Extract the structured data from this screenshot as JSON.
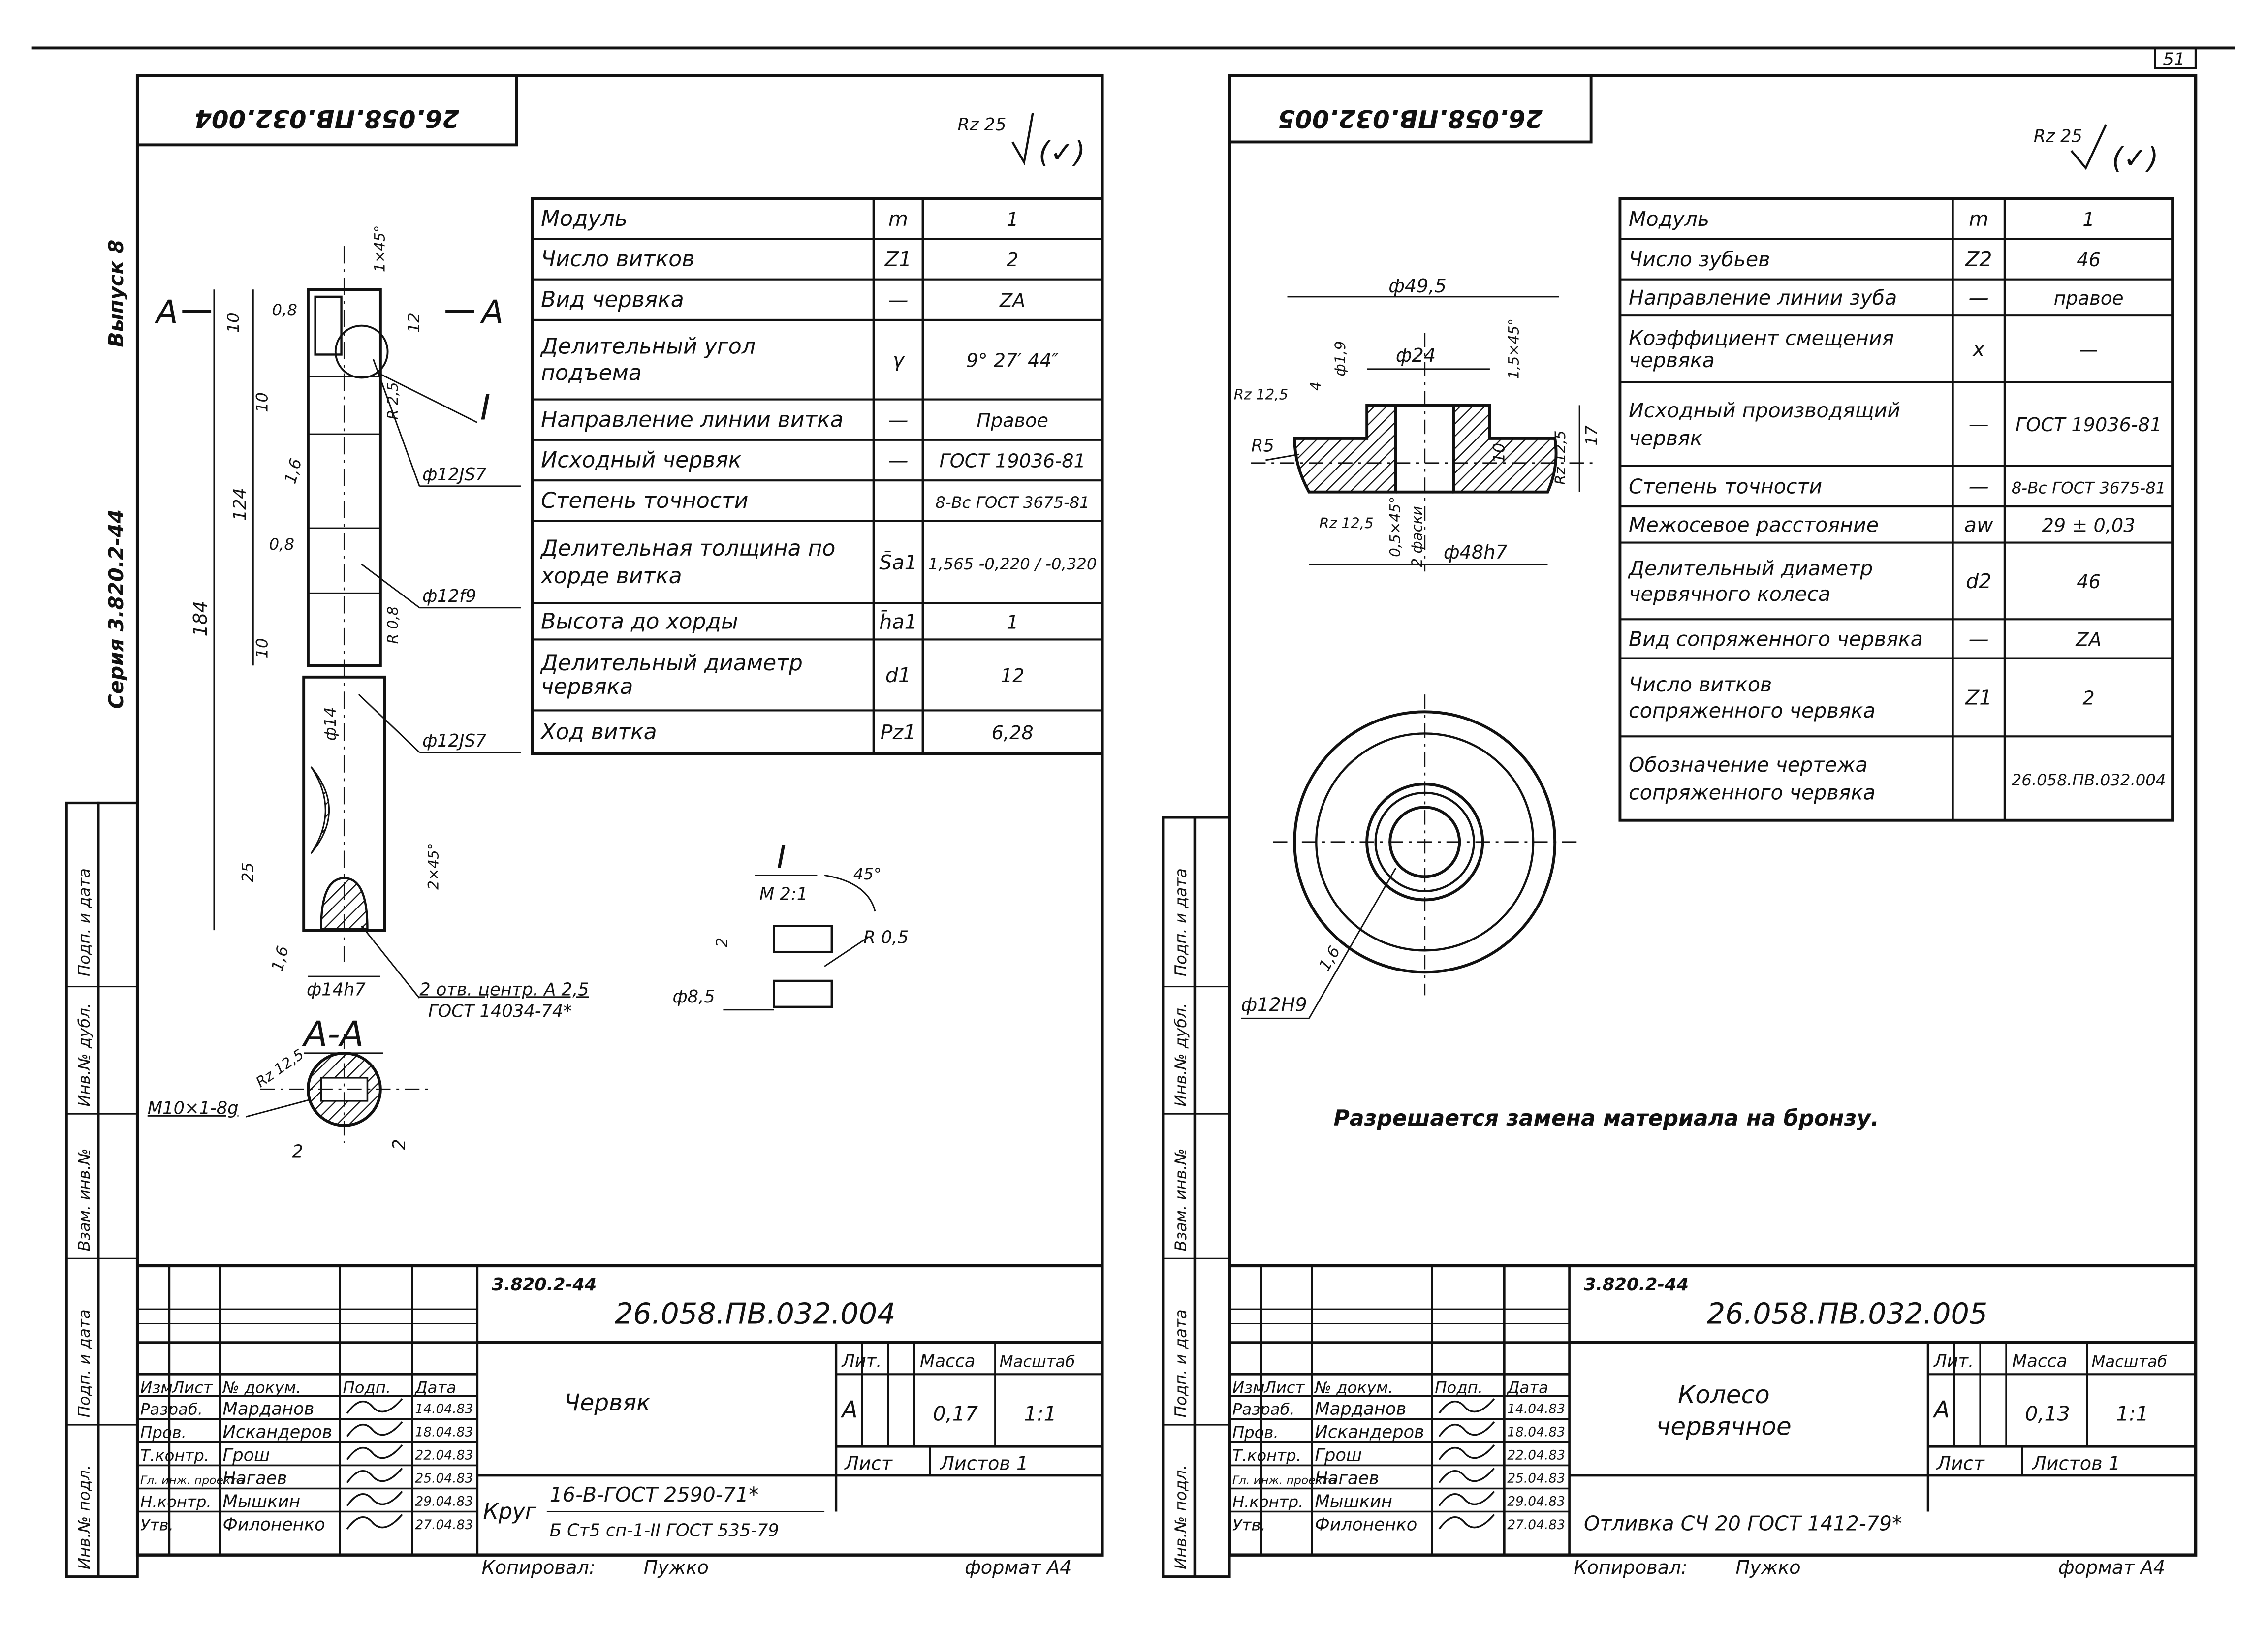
{
  "page_number": "51",
  "series": {
    "series_label": "Серия 3.820.2-44",
    "issue_label": "Выпуск 8"
  },
  "side_stamp": {
    "boxes": [
      "Инв.№ подл.",
      "Подп. и дата",
      "Взам. инв.№",
      "Инв.№ дубл.",
      "Подп. и дата"
    ]
  },
  "left_sheet": {
    "rotated_code": "26.058.ПВ.032.004",
    "roughness": "Rz 25",
    "roughness_mark": "(✓)",
    "param_table": [
      {
        "name": "Модуль",
        "symbol": "m",
        "value": "1"
      },
      {
        "name": "Число витков",
        "symbol": "Z1",
        "value": "2"
      },
      {
        "name": "Вид червяка",
        "symbol": "—",
        "value": "ZA"
      },
      {
        "name": "Делительный угол подъема",
        "symbol": "γ",
        "value": "9° 27′ 44″"
      },
      {
        "name": "Направление линии витка",
        "symbol": "—",
        "value": "Правое"
      },
      {
        "name": "Исходный червяк",
        "symbol": "—",
        "value": "ГОСТ 19036-81"
      },
      {
        "name": "Степень точности",
        "symbol": "",
        "value": "8-Вс ГОСТ 3675-81"
      },
      {
        "name": "Делительная толщина по хорде витка",
        "symbol": "S̄a1",
        "value": "1,565 -0,220 / -0,320"
      },
      {
        "name": "Высота до хорды",
        "symbol": "h̄a1",
        "value": "1"
      },
      {
        "name": "Делительный диаметр червяка",
        "symbol": "d1",
        "value": "12"
      },
      {
        "name": "Ход витка",
        "symbol": "Pz1",
        "value": "6,28"
      }
    ],
    "drawing_labels": {
      "section_mark": "A",
      "detail_mark": "I",
      "detail_scale": "М 2:1",
      "section_title": "А-А",
      "dim_184": "184",
      "dim_124": "124",
      "dim_10": "10",
      "dim_25": "25",
      "dim_8": "0,8",
      "dim_16": "1,6",
      "chamfer_1": "1×45°",
      "chamfer_2": "2×45°",
      "dim_12": "12",
      "r_25": "R 2,5",
      "r_05": "R 0,5",
      "r_08": "R 0,8",
      "phi_12js7": "ф12JS7",
      "phi_12f9": "ф12f9",
      "phi_14": "ф14",
      "phi_14h7": "ф14h7",
      "phi_85": "ф8,5",
      "angle_45": "45°",
      "dim_2": "2",
      "thread": "M10×1-8g",
      "rz_125": "Rz 12,5",
      "centers_note": "2 отв. центр. А 2,5",
      "centers_std": "ГОСТ 14034-74*"
    },
    "title_block": {
      "series_ref": "3.820.2-44",
      "doc_code": "26.058.ПВ.032.004",
      "name": "Червяк",
      "lit_header": "Лит.",
      "mass_header": "Масса",
      "scale_header": "Масштаб",
      "lit": "А",
      "mass": "0,17",
      "scale": "1:1",
      "sheet_label": "Лист",
      "sheets_label": "Листов  1",
      "material_prefix": "Круг",
      "material_top": "16-В-ГОСТ 2590-71*",
      "material_bottom": "Б Ст5 сп-1-II ГОСТ 535-79",
      "col_headers": [
        "Изм",
        "Лист",
        "№ докум.",
        "Подп.",
        "Дата"
      ],
      "people": [
        {
          "role": "Разраб.",
          "name": "Марданов",
          "date": "14.04.83"
        },
        {
          "role": "Пров.",
          "name": "Искандеров",
          "date": "18.04.83"
        },
        {
          "role": "Т.контр.",
          "name": "Грош",
          "date": "22.04.83"
        },
        {
          "role": "Гл. инж. проекта",
          "name": "Нагаев",
          "date": "25.04.83"
        },
        {
          "role": "Н.контр.",
          "name": "Мышкин",
          "date": "29.04.83"
        },
        {
          "role": "Утв.",
          "name": "Филоненко",
          "date": "27.04.83"
        }
      ],
      "copied_label": "Копировал:",
      "copied_name": "Пужко",
      "format_label": "формат А4"
    }
  },
  "right_sheet": {
    "rotated_code": "26.058.ПВ.032.005",
    "roughness": "Rz 25",
    "roughness_mark": "(✓)",
    "param_table": [
      {
        "name": "Модуль",
        "symbol": "m",
        "value": "1"
      },
      {
        "name": "Число зубьев",
        "symbol": "Z2",
        "value": "46"
      },
      {
        "name": "Направление линии зуба",
        "symbol": "—",
        "value": "правое"
      },
      {
        "name": "Коэффициент смещения червяка",
        "symbol": "x",
        "value": "—"
      },
      {
        "name": "Исходный производящий червяк",
        "symbol": "—",
        "value": "ГОСТ 19036-81"
      },
      {
        "name": "Степень точности",
        "symbol": "—",
        "value": "8-Вс ГОСТ 3675-81"
      },
      {
        "name": "Межосевое расстояние",
        "symbol": "aw",
        "value": "29 ± 0,03"
      },
      {
        "name": "Делительный диаметр червячного колеса",
        "symbol": "d2",
        "value": "46"
      },
      {
        "name": "Вид сопряженного червяка",
        "symbol": "—",
        "value": "ZA"
      },
      {
        "name": "Число витков сопряженного червяка",
        "symbol": "Z1",
        "value": "2"
      },
      {
        "name": "Обозначение чертежа сопряженного червяка",
        "symbol": "",
        "value": "26.058.ПВ.032.004"
      }
    ],
    "drawing_labels": {
      "phi_495": "ф49,5",
      "phi_24": "ф24",
      "phi_19": "ф1,9",
      "dim_4": "4",
      "phi_48h7": "ф48h7",
      "chamfer_15": "1,5×45°",
      "chamfer_05": "0,5×45°",
      "two_faces": "2 фаски",
      "dim_10": "10",
      "dim_17": "17",
      "r_5": "R5",
      "rz_125": "Rz 12,5",
      "phi_12h9": "ф12H9",
      "dim_16": "1,6",
      "note": "Разрешается замена материала на бронзу."
    },
    "title_block": {
      "series_ref": "3.820.2-44",
      "doc_code": "26.058.ПВ.032.005",
      "name_line1": "Колесо",
      "name_line2": "червячное",
      "lit_header": "Лит.",
      "mass_header": "Масса",
      "scale_header": "Масштаб",
      "lit": "А",
      "mass": "0,13",
      "scale": "1:1",
      "sheet_label": "Лист",
      "sheets_label": "Листов  1",
      "material": "Отливка СЧ 20 ГОСТ 1412-79*",
      "col_headers": [
        "Изм",
        "Лист",
        "№ докум.",
        "Подп.",
        "Дата"
      ],
      "people": [
        {
          "role": "Разраб.",
          "name": "Марданов",
          "date": "14.04.83"
        },
        {
          "role": "Пров.",
          "name": "Искандеров",
          "date": "18.04.83"
        },
        {
          "role": "Т.контр.",
          "name": "Грош",
          "date": "22.04.83"
        },
        {
          "role": "Гл. инж. проекта",
          "name": "Нагаев",
          "date": "25.04.83"
        },
        {
          "role": "Н.контр.",
          "name": "Мышкин",
          "date": "29.04.83"
        },
        {
          "role": "Утв.",
          "name": "Филоненко",
          "date": "27.04.83"
        }
      ],
      "copied_label": "Копировал:",
      "copied_name": "Пужко",
      "format_label": "формат А4"
    }
  }
}
